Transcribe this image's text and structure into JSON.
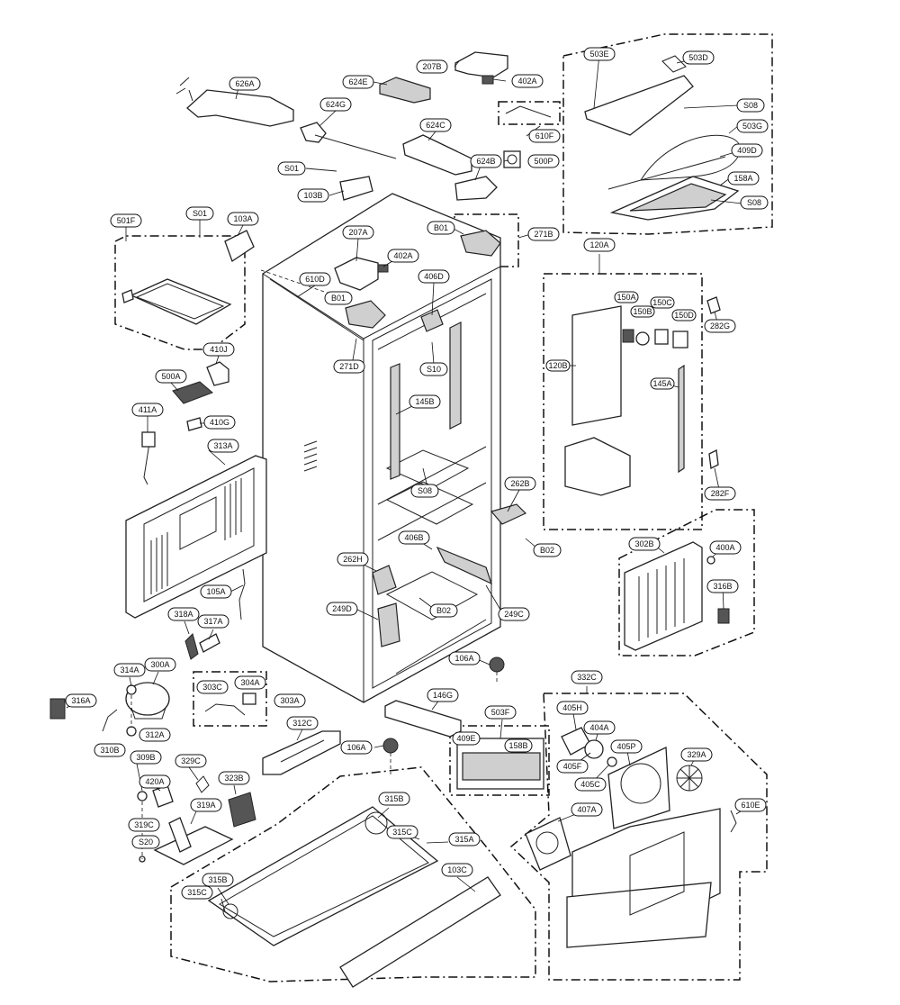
{
  "labels": {
    "626A": "626A",
    "207B": "207B",
    "402A": "402A",
    "624E": "624E",
    "624G": "624G",
    "624C": "624C",
    "610F": "610F",
    "S01": "S01",
    "103B": "103B",
    "624B": "624B",
    "500P": "500P",
    "501F": "501F",
    "103A": "103A",
    "207A": "207A",
    "B01": "B01",
    "271B": "271B",
    "406D": "406D",
    "610D": "610D",
    "271D": "271D",
    "S10": "S10",
    "410J": "410J",
    "500A": "500A",
    "411A": "411A",
    "410G": "410G",
    "145B": "145B",
    "313A": "313A",
    "S08": "S08",
    "262B": "262B",
    "B02": "B02",
    "406B": "406B",
    "262H": "262H",
    "105A": "105A",
    "249D": "249D",
    "249C": "249C",
    "318A": "318A",
    "317A": "317A",
    "106A": "106A",
    "314A": "314A",
    "300A": "300A",
    "316A": "316A",
    "303C": "303C",
    "304A": "304A",
    "303A": "303A",
    "312A": "312A",
    "310B": "310B",
    "146G": "146G",
    "503F": "503F",
    "312C": "312C",
    "409E": "409E",
    "158B": "158B",
    "309B": "309B",
    "420A": "420A",
    "329C": "329C",
    "323B": "323B",
    "319A": "319A",
    "319C": "319C",
    "S20": "S20",
    "315B": "315B",
    "315C": "315C",
    "315A": "315A",
    "103C": "103C",
    "503E": "503E",
    "503D": "503D",
    "503G": "503G",
    "409D": "409D",
    "158A": "158A",
    "120A": "120A",
    "150A": "150A",
    "150B": "150B",
    "150C": "150C",
    "150D": "150D",
    "282G": "282G",
    "120B": "120B",
    "145A": "145A",
    "282F": "282F",
    "302B": "302B",
    "400A": "400A",
    "316B": "316B",
    "332C": "332C",
    "405H": "405H",
    "404A": "404A",
    "405P": "405P",
    "405F": "405F",
    "405C": "405C",
    "329A": "329A",
    "407A": "407A",
    "610E": "610E"
  },
  "colors": {
    "line": "#222222",
    "fill": "#ffffff",
    "shade": "#cfcfcf"
  }
}
